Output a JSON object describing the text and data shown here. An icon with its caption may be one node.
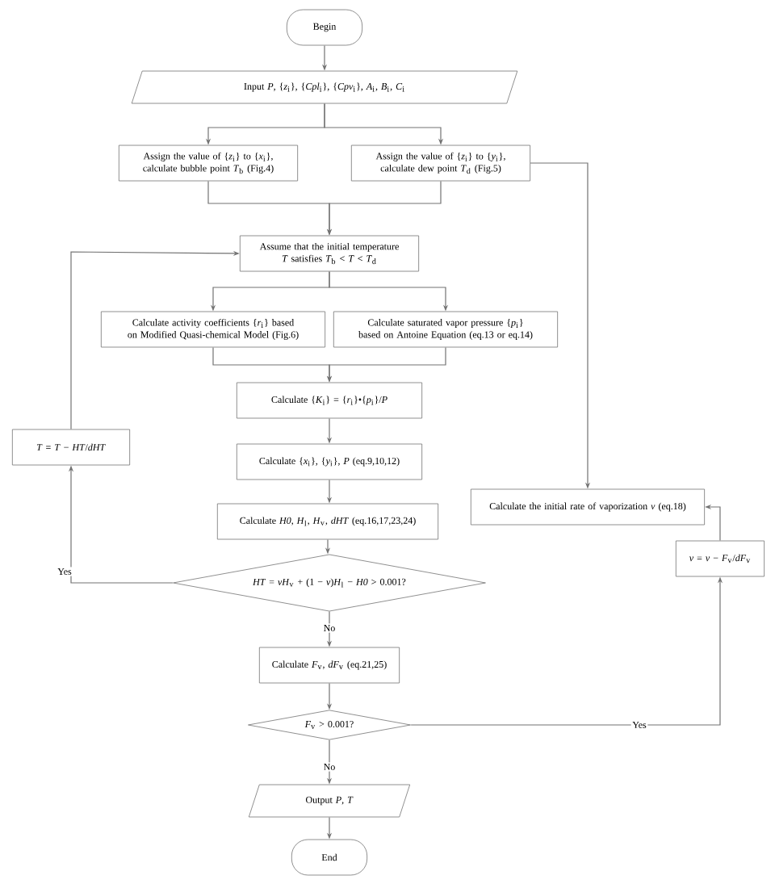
{
  "diagram": {
    "nodes": [
      {
        "text": [
          "Begin"
        ]
      },
      {
        "text": [
          "Input *P*, {*z*$_{i}$}, {*Cpl*$_{i}$}, {*Cpv*$_{i}$}, *A*$_{i}$, *B*$_{i}$, *C*$_{i}$"
        ]
      },
      {
        "text": [
          "Assign the value of {*z*$_{i}$} to {*x*$_{i}$}, calculate bubble point *T*$_{b}$ (Fig.4)"
        ]
      },
      {
        "text": [
          "Assign the value of {*z*$_{i}$} to {*y*$_{i}$}, calculate dew point *T*$_{d}$ (Fig.5)"
        ]
      },
      {
        "text": [
          "Assume that the initial temperature *T* satisfies *T*$_{b}$ < *T* < *T*$_{d}$"
        ]
      },
      {
        "text": [
          "Calculate activity coefficients {*r*$_{i}$} based on Modified Quasi-chemical Model (Fig.6)"
        ]
      },
      {
        "text": [
          "Calculate saturated vapor pressure {*p*$_{i}$} based on Antoine Equation (eq.13 or eq.14)"
        ]
      },
      {
        "text": [
          "Calculate {*K*$_{i}$} = {*r*$_{i}$}•{*p*$_{i}$}/*P*"
        ]
      },
      {
        "text": [
          "Calculate {*x*$_{i}$}, {*y*$_{i}$}, *P* (eq.9,10,12)"
        ]
      },
      {
        "text": [
          "Calculate *H0*, *H*$_{l}$, *H*$_{v}$, *dHT* (eq.16,17,23,24)"
        ]
      },
      {
        "text": [
          "*HT* = *vH*$_{v}$ + (1 − *v*)*H*$_{l}$ − *H0* > 0.001?"
        ]
      },
      {
        "text": [
          "*T* = *T* − *HT*/*dHT*"
        ]
      },
      {
        "text": [
          "Calculate *F*$_{v}$, *dF*$_{v}$ (eq.21,25)"
        ]
      },
      {
        "text": [
          "*F*$_{v}$ > 0.001?"
        ]
      },
      {
        "text": [
          "Output *P*, *T*"
        ]
      },
      {
        "text": [
          "End"
        ]
      },
      {
        "text": [
          "Calculate the initial rate of vaporization *v* (eq.18)"
        ]
      },
      {
        "text": [
          "*v* = *v* − *F*$_{v}$/*dF*$_{v}$"
        ]
      }
    ],
    "edges": [
      {
        "from": 0,
        "to": 1,
        "arrow": "to"
      },
      {
        "from": 1,
        "to": 2,
        "arrow": "to"
      },
      {
        "from": 1,
        "to": 3,
        "arrow": "to"
      },
      {
        "from": 2,
        "to": 4,
        "arrow": "to"
      },
      {
        "from": 3,
        "to": 4,
        "arrow": "to"
      },
      {
        "from": 3,
        "to": 16,
        "arrow": "to"
      },
      {
        "from": 4,
        "to": 5,
        "arrow": "to"
      },
      {
        "from": 4,
        "to": 6,
        "arrow": "to"
      },
      {
        "from": 5,
        "to": 7,
        "arrow": "to"
      },
      {
        "from": 6,
        "to": 7,
        "arrow": "to"
      },
      {
        "from": 7,
        "to": 8,
        "arrow": "to"
      },
      {
        "from": 8,
        "to": 9,
        "arrow": "to"
      },
      {
        "from": 9,
        "to": 10,
        "arrow": "to"
      },
      {
        "from": 10,
        "to": 11,
        "arrow": "to",
        "label": "Yes"
      },
      {
        "from": 11,
        "to": 4,
        "arrow": "to"
      },
      {
        "from": 10,
        "to": 12,
        "arrow": "to",
        "label": "No"
      },
      {
        "from": 12,
        "to": 13,
        "arrow": "to"
      },
      {
        "from": 13,
        "to": 14,
        "arrow": "to",
        "label": "No"
      },
      {
        "from": 14,
        "to": 15,
        "arrow": "to"
      },
      {
        "from": 13,
        "to": 17,
        "arrow": "to",
        "label": "Yes"
      },
      {
        "from": 17,
        "to": 16,
        "arrow": "to"
      }
    ]
  }
}
